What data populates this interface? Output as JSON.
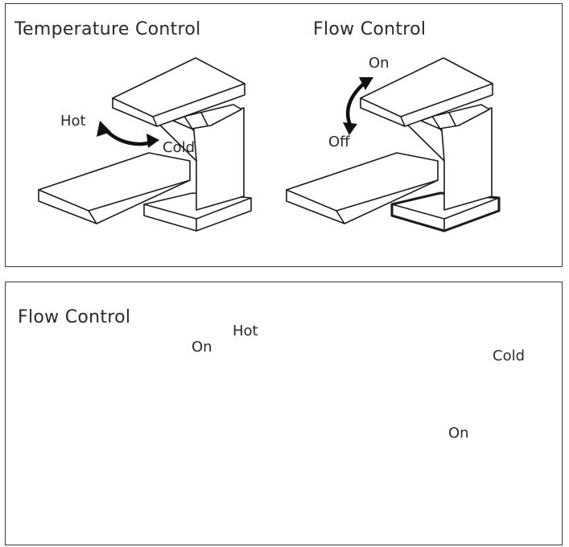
{
  "top_panel": {
    "title_left": "Temperature Control",
    "title_right": "Flow Control",
    "label_hot": "Hot",
    "label_cold": "Cold",
    "label_on": "On",
    "label_off": "Off"
  },
  "bottom_panel": {
    "title": "Flow Control",
    "label_hot": "Hot",
    "label_on_left": "On",
    "label_cold": "Cold",
    "label_on_right": "On"
  }
}
